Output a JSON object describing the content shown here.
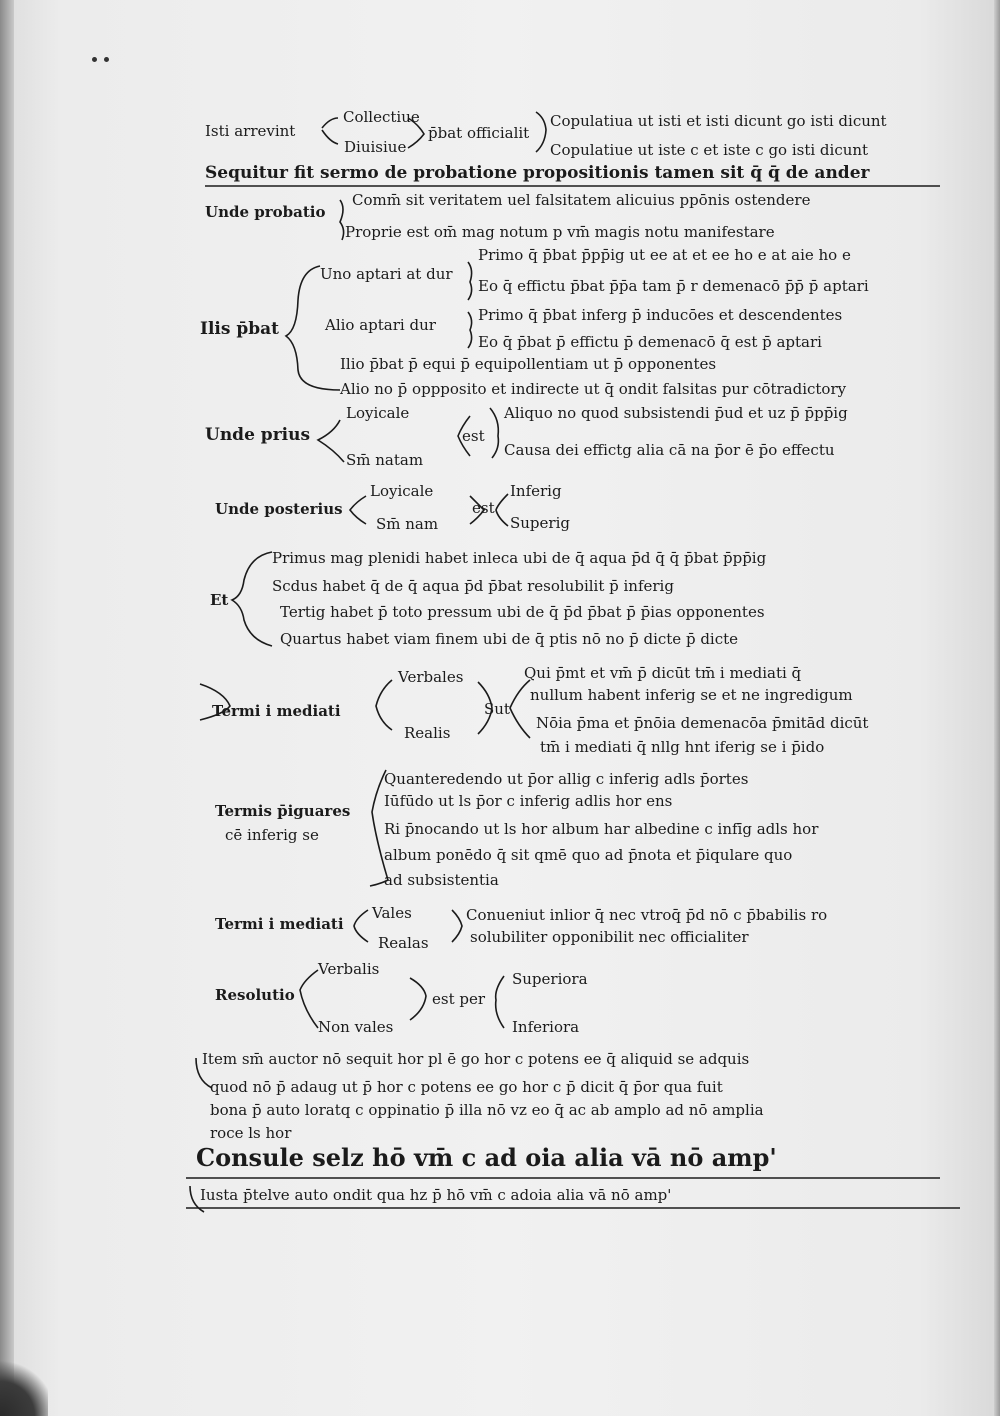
{
  "manuscript": {
    "lines": [
      {
        "key": "l01",
        "text": "Isti arrevint"
      },
      {
        "key": "l02",
        "text": "Collectiue"
      },
      {
        "key": "l03",
        "text": "Diuisiue"
      },
      {
        "key": "l04",
        "text": "p̄bat officialit"
      },
      {
        "key": "l05",
        "text": "Copulatiua ut isti et isti dicunt go isti dicunt"
      },
      {
        "key": "l06",
        "text": "Copulatiue ut iste c et iste c go isti dicunt"
      },
      {
        "key": "l07",
        "text": "Sequitur fit sermo de probatione propositionis tamen sit q̄ q̄ de ander"
      },
      {
        "key": "l08",
        "text": "Unde probatio"
      },
      {
        "key": "l09",
        "text": "Comm̄ sit veritatem uel falsitatem alicuius ppōnis ostendere"
      },
      {
        "key": "l10",
        "text": "Proprie est om̄ mag notum p vm̄ magis notu manifestare"
      },
      {
        "key": "l11",
        "text": "Primo q̄ p̄bat p̄pp̄ig ut ee at et ee ho e at aie ho e"
      },
      {
        "key": "l12",
        "text": "Uno aptari at dur"
      },
      {
        "key": "l13",
        "text": "Eo q̄ effictu p̄bat p̄p̄a tam p̄ r demenacō p̄p̄ p̄ aptari"
      },
      {
        "key": "l14",
        "text": "Primo q̄ p̄bat inferg p̄ inducōes et descendentes"
      },
      {
        "key": "l15",
        "text": "Ilis p̄bat"
      },
      {
        "key": "l16",
        "text": "Alio aptari dur"
      },
      {
        "key": "l17",
        "text": "Eo q̄ p̄bat p̄ effictu p̄ demenacō q̄ est p̄ aptari"
      },
      {
        "key": "l18",
        "text": "Ilio p̄bat p̄ equi p̄ equipollentiam ut p̄ opponentes"
      },
      {
        "key": "l19",
        "text": "Alio no p̄ oppposito et indirecte ut q̄ ondit falsitas pur cōtradictory"
      },
      {
        "key": "l20",
        "text": "Loyicale"
      },
      {
        "key": "l21",
        "text": "Aliquo no quod subsistendi p̄ud et uz p̄ p̄pp̄ig"
      },
      {
        "key": "l22",
        "text": "Unde prius"
      },
      {
        "key": "l23",
        "text": "est"
      },
      {
        "key": "l24",
        "text": "Causa dei effictg alia cā na p̄or ē p̄o effectu"
      },
      {
        "key": "l25",
        "text": "Sm̄ natam"
      },
      {
        "key": "l26",
        "text": "Loyicale"
      },
      {
        "key": "l27",
        "text": "Inferig"
      },
      {
        "key": "l28",
        "text": "Unde posterius"
      },
      {
        "key": "l29",
        "text": "est"
      },
      {
        "key": "l30",
        "text": "Sm̄ nam"
      },
      {
        "key": "l31",
        "text": "Superig"
      },
      {
        "key": "l32",
        "text": "Primus mag plenidi habet inleca ubi de q̄ aqua p̄d q̄ q̄ p̄bat p̄pp̄ig"
      },
      {
        "key": "l33",
        "text": "Scdus habet q̄ de q̄ aqua p̄d p̄bat resolubilit p̄ inferig"
      },
      {
        "key": "l34",
        "text": "Et"
      },
      {
        "key": "l35",
        "text": "Tertig habet p̄ toto pressum ubi de q̄ p̄d p̄bat p̄ p̄ias opponentes"
      },
      {
        "key": "l36",
        "text": "Quartus habet viam finem ubi de q̄ ptis nō no p̄ dicte p̄ dicte"
      },
      {
        "key": "l37",
        "text": "Verbales"
      },
      {
        "key": "l38",
        "text": "Qui p̄mt et vm̄ p̄ dicūt tm̄ i mediati q̄"
      },
      {
        "key": "l39",
        "text": "nullum habent inferig se et ne ingredigum"
      },
      {
        "key": "l40",
        "text": "Termi i mediati"
      },
      {
        "key": "l41",
        "text": "Sut"
      },
      {
        "key": "l42",
        "text": "Realis"
      },
      {
        "key": "l43",
        "text": "Nōia p̄ma et p̄nōia demenacōa p̄mitād dicūt"
      },
      {
        "key": "l44",
        "text": "tm̄ i mediati q̄ nllg hnt iferig se i p̄ido"
      },
      {
        "key": "l45",
        "text": "Quanteredendo ut p̄or allig c inferig adls p̄ortes"
      },
      {
        "key": "l46",
        "text": "Iūfūdo ut ls p̄or c inferig adlis hor ens"
      },
      {
        "key": "l47",
        "text": "Termis p̄iguares"
      },
      {
        "key": "l48",
        "text": "cē inferig se"
      },
      {
        "key": "l49",
        "text": "Ri p̄nocando ut ls hor album har albedine c infīg adls hor"
      },
      {
        "key": "l50",
        "text": "album ponēdo q̄ sit qmē quo ad p̄nota et p̄iqulare quo"
      },
      {
        "key": "l51",
        "text": "ad subsistentia"
      },
      {
        "key": "l52",
        "text": "Vales"
      },
      {
        "key": "l53",
        "text": "Conueniut inlior q̄ nec vtroq̄ p̄d nō c p̄babilis ro"
      },
      {
        "key": "l54",
        "text": "Termi i mediati"
      },
      {
        "key": "l55",
        "text": "Realas"
      },
      {
        "key": "l56",
        "text": "solubiliter opponibilit nec officialiter"
      },
      {
        "key": "l57",
        "text": "Verbalis"
      },
      {
        "key": "l58",
        "text": "Superiora"
      },
      {
        "key": "l59",
        "text": "Resolutio"
      },
      {
        "key": "l60",
        "text": "est per"
      },
      {
        "key": "l61",
        "text": "Non vales"
      },
      {
        "key": "l62",
        "text": "Inferiora"
      },
      {
        "key": "l63",
        "text": "Item sm̄ auctor nō sequit hor pl ē go hor c potens ee q̄ aliquid se adquis"
      },
      {
        "key": "l64",
        "text": "quod nō p̄ adaug ut p̄ hor c potens ee go hor c p̄ dicit q̄ p̄or qua fuit"
      },
      {
        "key": "l65",
        "text": "bona p̄ auto loratq c oppinatio p̄ illa nō vz eo q̄ ac ab amplo ad nō amplia"
      },
      {
        "key": "l66",
        "text": "roce ls hor"
      },
      {
        "key": "l67",
        "text": "Consule selz hō vm̄ c ad oia alia vā nō amp'"
      },
      {
        "key": "l68",
        "text": "Iusta p̄telve auto ondit qua hz p̄ hō vm̄ c adoia alia vā nō amp'"
      }
    ]
  }
}
